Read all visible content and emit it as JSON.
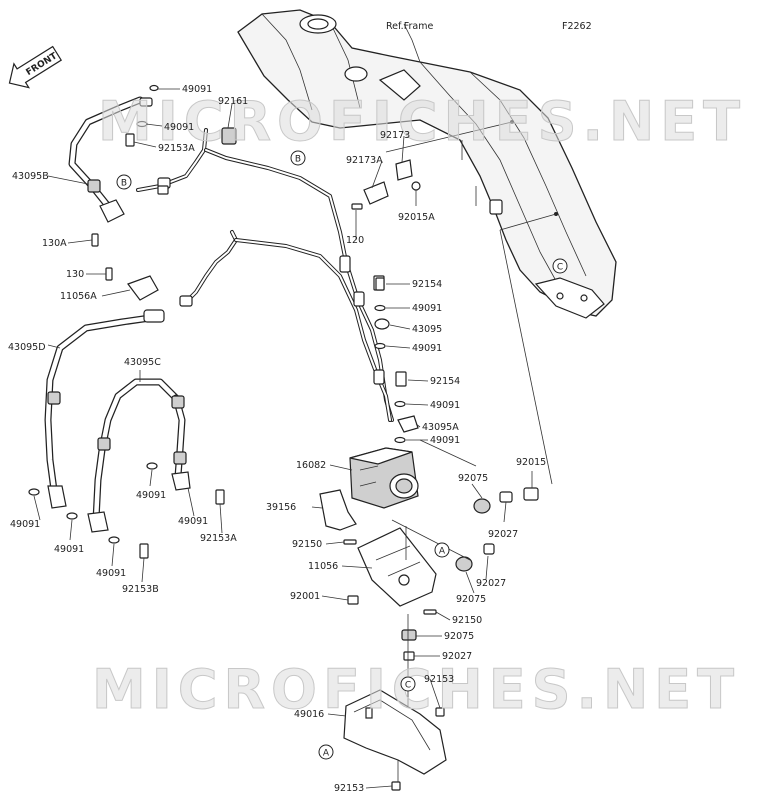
{
  "diagram_code": "F2262",
  "frame_ref": "Ref.Frame",
  "front_label": "FRONT",
  "watermark": "MICROFICHES.NET",
  "callouts": {
    "a": "A",
    "b": "B",
    "c": "C"
  },
  "parts": {
    "p49091_top": "49091",
    "p49091_b": "49091",
    "p92153a_top": "92153A",
    "p43095b": "43095B",
    "p130a": "130A",
    "p92161": "92161",
    "p92173": "92173",
    "p92173a": "92173A",
    "p92015a": "92015A",
    "p120": "120",
    "p130": "130",
    "p11056a": "11056A",
    "p92154_a": "92154",
    "p49091_c": "49091",
    "p43095": "43095",
    "p49091_d": "49091",
    "p43095d": "43095D",
    "p43095c": "43095C",
    "p92154_b": "92154",
    "p49091_e": "49091",
    "p43095a": "43095A",
    "p49091_f": "49091",
    "p16082": "16082",
    "p92075_a": "92075",
    "p92015": "92015",
    "p39156": "39156",
    "p92027_a": "92027",
    "p49091_g": "49091",
    "p49091_h": "49091",
    "p49091_i": "49091",
    "p49091_j": "49091",
    "p92153a_mid": "92153A",
    "p92153b": "92153B",
    "p92150_a": "92150",
    "p11056": "11056",
    "p92027_b": "92027",
    "p92075_b": "92075",
    "p92001": "92001",
    "p92150_b": "92150",
    "p92075_c": "92075",
    "p92027_c": "92027",
    "p92153_a": "92153",
    "p49016": "49016",
    "p92153_b": "92153"
  }
}
